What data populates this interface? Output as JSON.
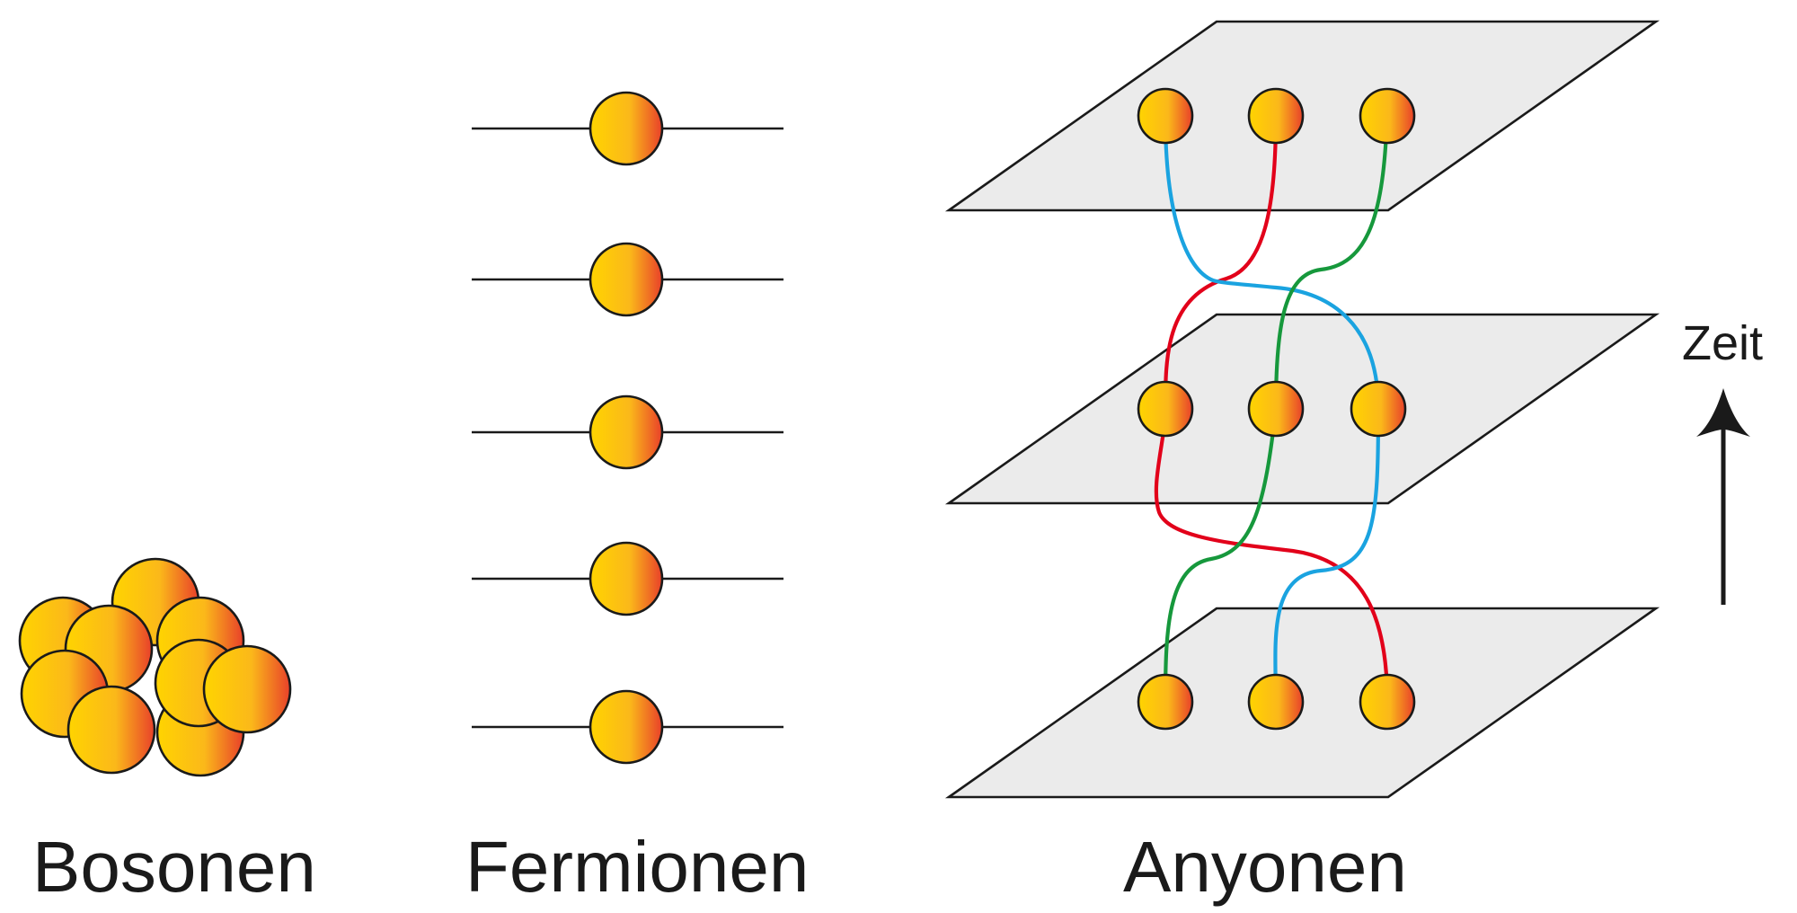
{
  "labels": {
    "bosons": "Bosonen",
    "fermions": "Fermionen",
    "anyons": "Anyonen",
    "time": "Zeit"
  },
  "colors": {
    "particle_start": "#ffd400",
    "particle_end": "#e8402a",
    "outline": "#1a1a1a",
    "plane_fill": "#ebebeb",
    "strand_red": "#e2001a",
    "strand_blue": "#1aa3e0",
    "strand_green": "#16983c"
  },
  "bosons": {
    "particle_count": 9
  },
  "fermions": {
    "level_count": 5,
    "particles_per_level": 1
  },
  "anyons": {
    "time_slices": 3,
    "particles_per_slice": 3,
    "strand_colors": [
      "red",
      "blue",
      "green"
    ]
  }
}
